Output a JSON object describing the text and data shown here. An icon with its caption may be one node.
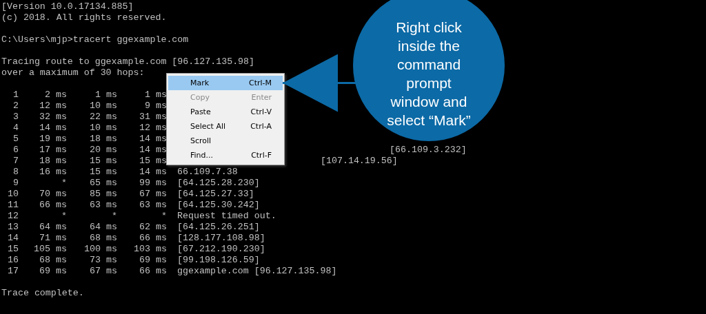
{
  "diagram": {
    "nodes": [
      {
        "text": [],
        "shape": "box"
      },
      {
        "text": [
          "Mark",
          "Ctrl-M"
        ],
        "in": 0
      },
      {
        "text": [
          "Copy",
          "Enter"
        ],
        "in": 0
      },
      {
        "text": [
          "Paste",
          "Ctrl-V"
        ],
        "in": 0
      },
      {
        "text": [
          "Select All",
          "Ctrl-A"
        ],
        "in": 0
      },
      {
        "text": [
          "Scroll"
        ],
        "in": 0
      },
      {
        "text": [
          "Find...",
          "Ctrl-F"
        ],
        "in": 0
      },
      {
        "text": [
          "Right click inside the command prompt window and select “Mark”"
        ]
      }
    ],
    "edges": [
      {
        "from": 7,
        "to": 1,
        "arrow": "to"
      }
    ],
    "labels": [
      "[Version 10.0.17134.885]",
      "(c) 2018. All rights reserved.",
      "C:\\Users\\mjp>tracert ggexample.com",
      "Tracing route to ggexample.com [96.127.135.98]",
      "over a maximum of 30 hops:",
      "1",
      "2 ms",
      "1 ms",
      "1 ms",
      "2",
      "12 ms",
      "10 ms",
      "9 ms",
      "3",
      "32 ms",
      "22 ms",
      "31 ms",
      "4",
      "14 ms",
      "10 ms",
      "12 ms",
      "5",
      "19 ms",
      "18 ms",
      "14 ms",
      "6",
      "17 ms",
      "20 ms",
      "14 ms",
      "[66.109.3.232]",
      "7",
      "18 ms",
      "15 ms",
      "15 ms",
      "[107.14.19.56]",
      "8",
      "16 ms",
      "15 ms",
      "14 ms",
      "66.109.7.38",
      "9",
      "*",
      "65 ms",
      "99 ms",
      "[64.125.28.230]",
      "10",
      "70 ms",
      "85 ms",
      "67 ms",
      "[64.125.27.33]",
      "11",
      "66 ms",
      "63 ms",
      "63 ms",
      "[64.125.30.242]",
      "12",
      "*",
      "*",
      "*",
      "Request timed out.",
      "13",
      "64 ms",
      "64 ms",
      "62 ms",
      "[64.125.26.251]",
      "14",
      "71 ms",
      "68 ms",
      "66 ms",
      "[128.177.108.98]",
      "15",
      "105 ms",
      "100 ms",
      "103 ms",
      "[67.212.190.230]",
      "16",
      "68 ms",
      "73 ms",
      "69 ms",
      "[99.198.126.59]",
      "17",
      "69 ms",
      "67 ms",
      "66 ms",
      "ggexample.com [96.127.135.98]",
      "Trace complete."
    ]
  }
}
